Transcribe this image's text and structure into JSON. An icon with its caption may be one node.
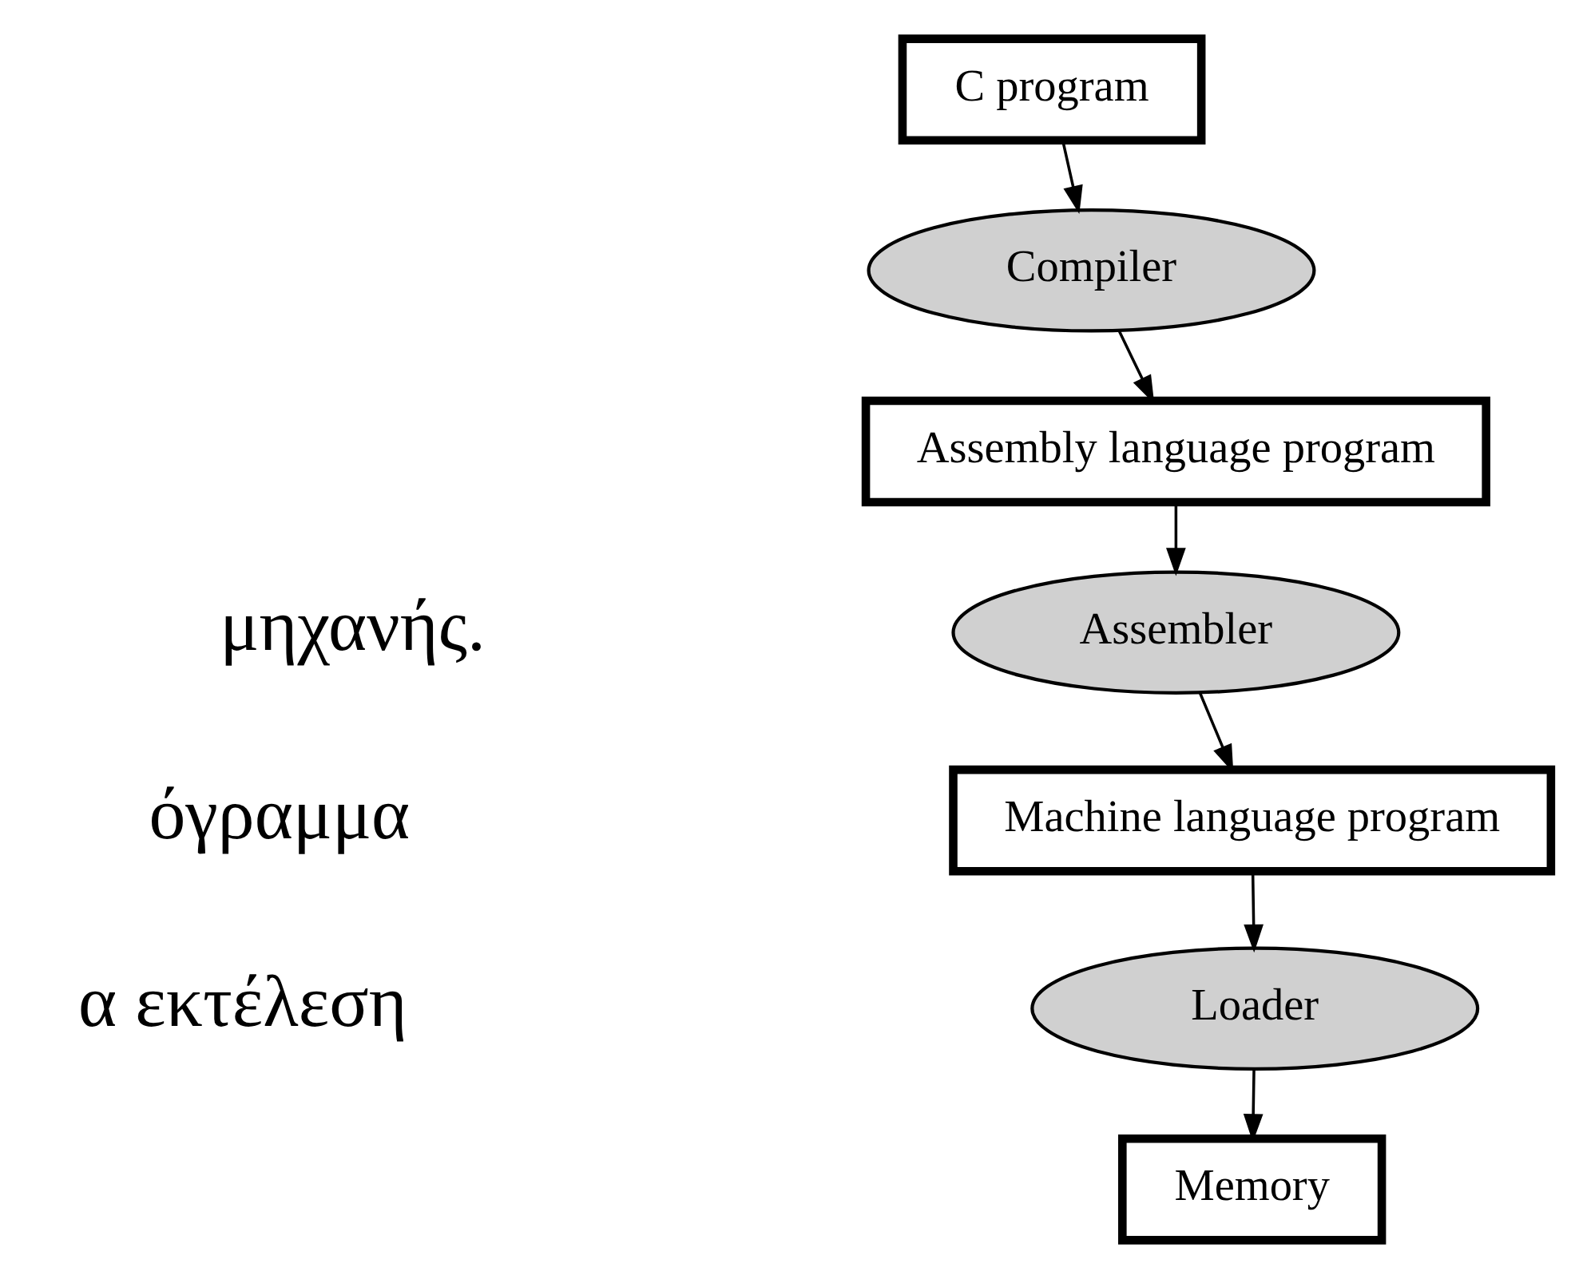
{
  "diagram": {
    "nodes": [
      {
        "text": [
          "C program"
        ]
      },
      {
        "text": [
          "Compiler"
        ]
      },
      {
        "text": [
          "Assembly language program"
        ]
      },
      {
        "text": [
          "Assembler"
        ]
      },
      {
        "text": [
          "Machine language program"
        ]
      },
      {
        "text": [
          "Loader"
        ]
      },
      {
        "text": [
          "Memory"
        ]
      }
    ],
    "edges": [
      {
        "from": 0,
        "to": 1,
        "arrow": "to"
      },
      {
        "from": 1,
        "to": 2,
        "arrow": "to"
      },
      {
        "from": 2,
        "to": 3,
        "arrow": "to"
      },
      {
        "from": 3,
        "to": 4,
        "arrow": "to"
      },
      {
        "from": 4,
        "to": 5,
        "arrow": "to"
      },
      {
        "from": 5,
        "to": 6,
        "arrow": "to"
      }
    ],
    "labels": [
      "μηχανής.",
      "όγραμμα",
      "α εκτέλεση"
    ]
  }
}
